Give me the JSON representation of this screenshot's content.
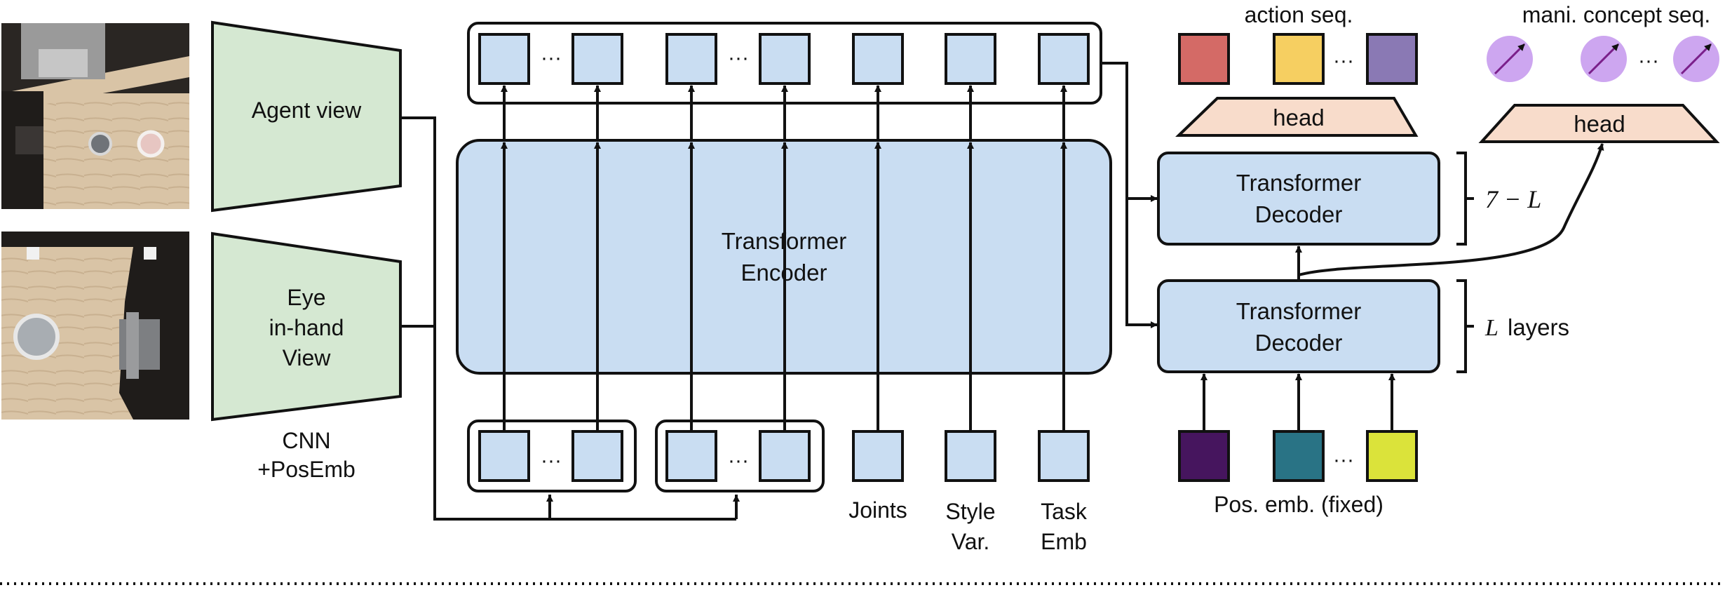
{
  "views": {
    "agent": "Agent view",
    "eye": [
      "Eye",
      "in-hand",
      "View"
    ]
  },
  "cnn": [
    "CNN",
    "+PosEmb"
  ],
  "encoder": [
    "Transformer",
    "Encoder"
  ],
  "decoder_top": [
    "Transformer",
    "Decoder"
  ],
  "decoder_bottom": [
    "Transformer",
    "Decoder"
  ],
  "head_action": "head",
  "head_concept": "head",
  "action_seq": "action seq.",
  "concept_seq": "mani. concept seq.",
  "bracket_top": "7 − L",
  "bracket_bottom": {
    "var": "L",
    "word": "layers"
  },
  "inputs": {
    "joints": "Joints",
    "style": [
      "Style",
      "Var."
    ],
    "task": [
      "Task",
      "Emb"
    ]
  },
  "pos_emb": "Pos. emb. (fixed)",
  "ellipsis": "···",
  "colors": {
    "token_fill": "#c9ddf2",
    "box_fill": "#c9ddf2",
    "cnn_fill": "#d5e8d2",
    "head_fill": "#f8dccb",
    "action": [
      "#d46a66",
      "#f6cf61",
      "#8a79b4"
    ],
    "concept": "#cda6f0",
    "concept_arrow": "#7a1f8a",
    "pos_emb": [
      "#46155e",
      "#297385",
      "#dbe33a"
    ]
  }
}
